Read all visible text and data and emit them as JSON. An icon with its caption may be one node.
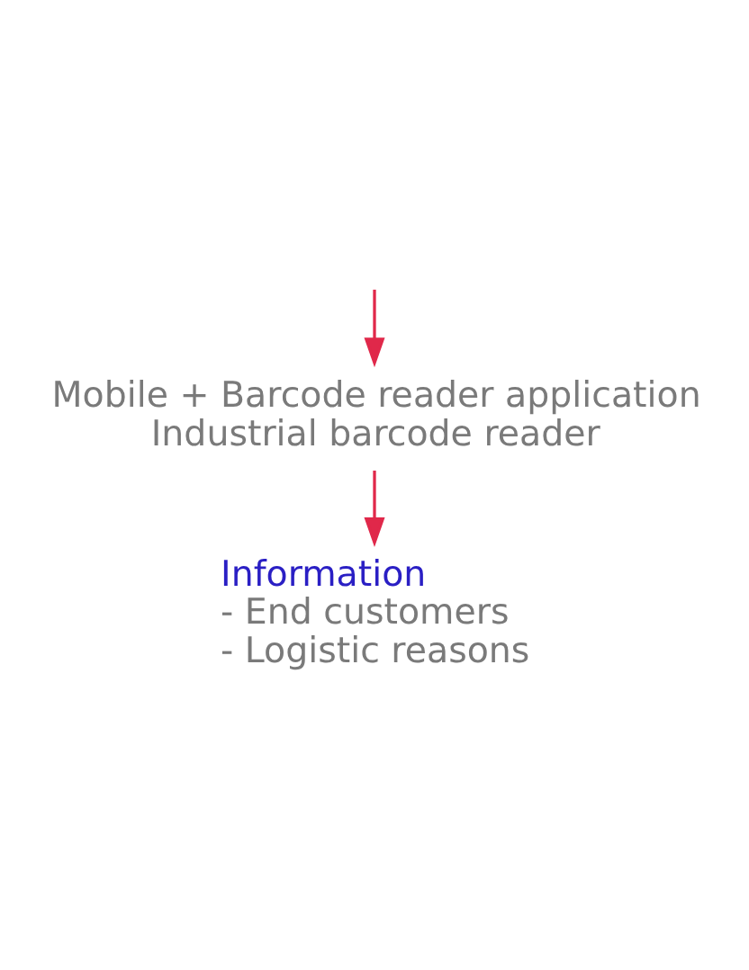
{
  "diagram": {
    "nodes": [
      {
        "text": [
          "Mobile + Barcode reader application",
          "Industrial barcode reader"
        ]
      },
      {
        "text": [
          "Information",
          "- End customers",
          "- Logistic reasons"
        ]
      }
    ],
    "edges": [
      {
        "from": null,
        "to": 0,
        "arrow": "to"
      },
      {
        "from": 0,
        "to": 1,
        "arrow": "to"
      }
    ]
  }
}
